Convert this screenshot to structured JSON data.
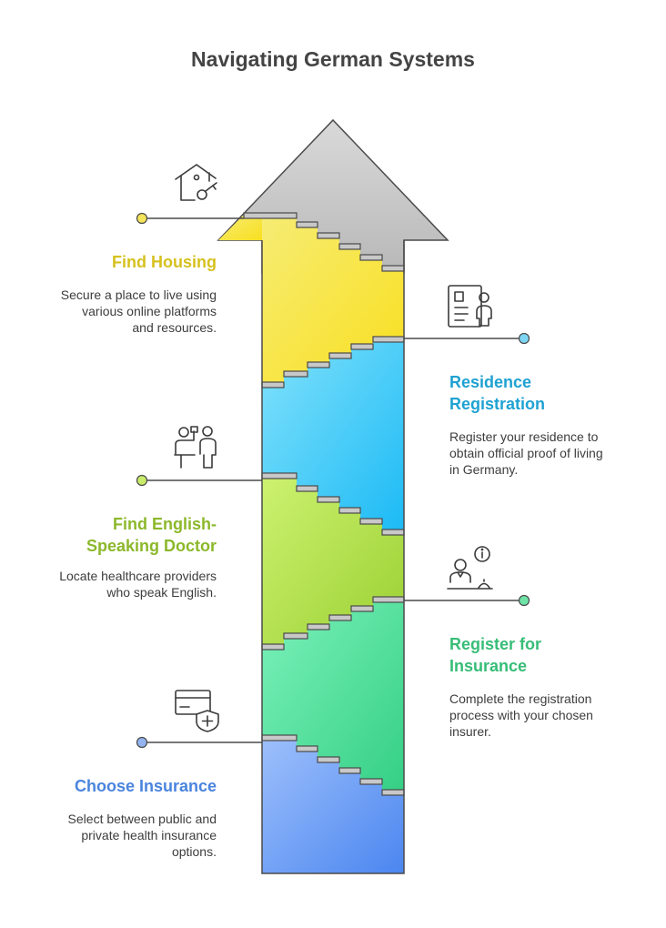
{
  "title": "Navigating German Systems",
  "colors": {
    "housing": "#e1c72c",
    "residence": "#2aa7d4",
    "doctor": "#8db92e",
    "register_insurance": "#3dc07a",
    "choose_insurance": "#4d86e0",
    "arrow_head": "#c4c4c4",
    "outline": "#4a4a4a"
  },
  "steps": [
    {
      "id": "find-housing",
      "title_lines": [
        "Find Housing"
      ],
      "description_lines": [
        "Secure a place to live using",
        "various online platforms",
        "and resources."
      ],
      "icon": "house-key-icon"
    },
    {
      "id": "residence-registration",
      "title_lines": [
        "Residence",
        "Registration"
      ],
      "description_lines": [
        "Register your residence to",
        "obtain official proof of living",
        "in Germany."
      ],
      "icon": "id-document-person-icon"
    },
    {
      "id": "find-doctor",
      "title_lines": [
        "Find English-",
        "Speaking Doctor"
      ],
      "description_lines": [
        "Locate healthcare providers",
        "who speak English."
      ],
      "icon": "doctor-consultation-icon"
    },
    {
      "id": "register-insurance",
      "title_lines": [
        "Register for",
        "Insurance"
      ],
      "description_lines": [
        "Complete the registration",
        "process with your chosen",
        "insurer."
      ],
      "icon": "reception-desk-info-icon"
    },
    {
      "id": "choose-insurance",
      "title_lines": [
        "Choose Insurance"
      ],
      "description_lines": [
        "Select between public and",
        "private health insurance",
        "options."
      ],
      "icon": "insurance-card-shield-icon"
    }
  ]
}
